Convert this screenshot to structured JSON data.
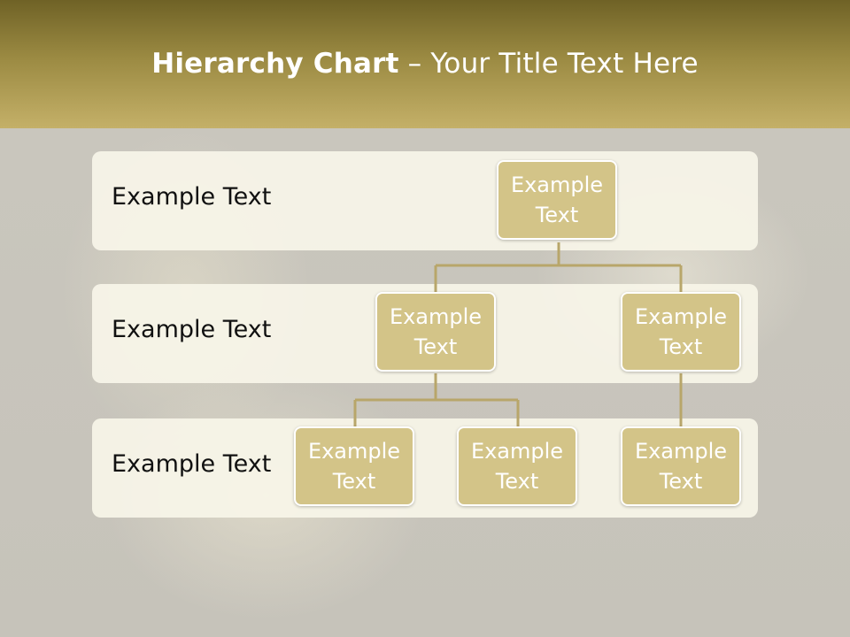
{
  "header": {
    "title_bold": "Hierarchy Chart",
    "title_rest": " – Your Title Text Here"
  },
  "levels": [
    {
      "label": "Example Text"
    },
    {
      "label": "Example Text"
    },
    {
      "label": "Example Text"
    }
  ],
  "nodes": {
    "root": "Example\nText",
    "level2_left": "Example\nText",
    "level2_right": "Example\nText",
    "level3_a": "Example\nText",
    "level3_b": "Example\nText",
    "level3_c": "Example\nText"
  },
  "colors": {
    "header_dark": "#6f6226",
    "header_light": "#c4b068",
    "node_fill": "#d3c488",
    "connector": "#b8a66a",
    "band_fill": "#f8f5e8"
  }
}
